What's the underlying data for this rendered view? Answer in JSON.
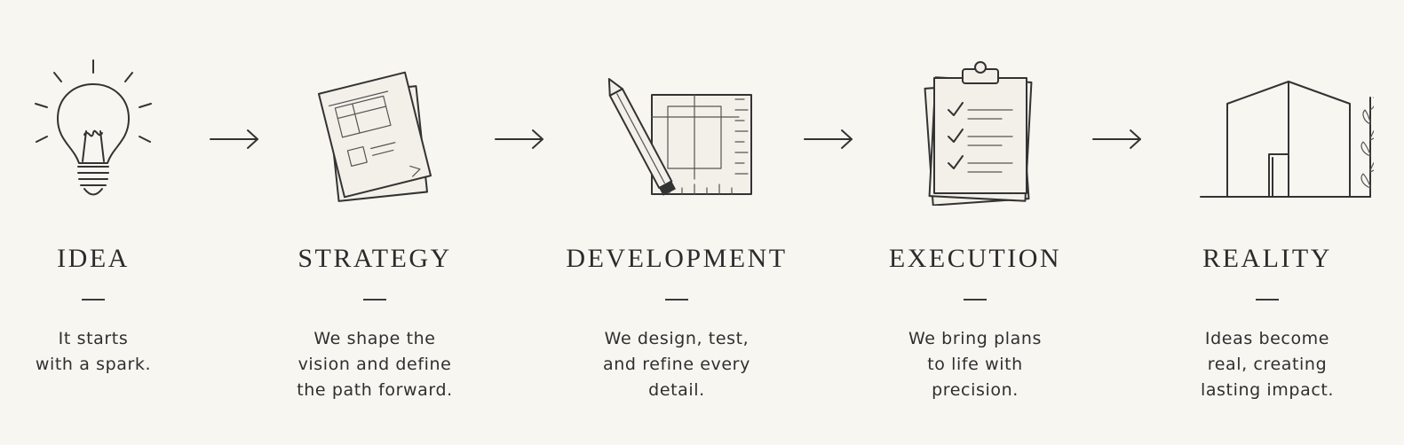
{
  "steps": [
    {
      "title": "IDEA",
      "lines": [
        "It starts",
        "with a spark."
      ],
      "icon": "lightbulb-icon"
    },
    {
      "title": "STRATEGY",
      "lines": [
        "We shape the",
        "vision and define",
        "the path forward."
      ],
      "icon": "blueprint-papers-icon"
    },
    {
      "title": "DEVELOPMENT",
      "lines": [
        "We design, test,",
        "and refine every",
        "detail."
      ],
      "icon": "pencil-ruler-icon"
    },
    {
      "title": "EXECUTION",
      "lines": [
        "We bring plans",
        "to life with",
        "precision."
      ],
      "icon": "clipboard-checklist-icon"
    },
    {
      "title": "REALITY",
      "lines": [
        "Ideas become",
        "real, creating",
        "lasting impact."
      ],
      "icon": "building-plant-icon"
    }
  ],
  "connector_icon": "arrow-right-icon",
  "colors": {
    "background": "#f8f6f1",
    "ink": "#2a2a2a"
  }
}
